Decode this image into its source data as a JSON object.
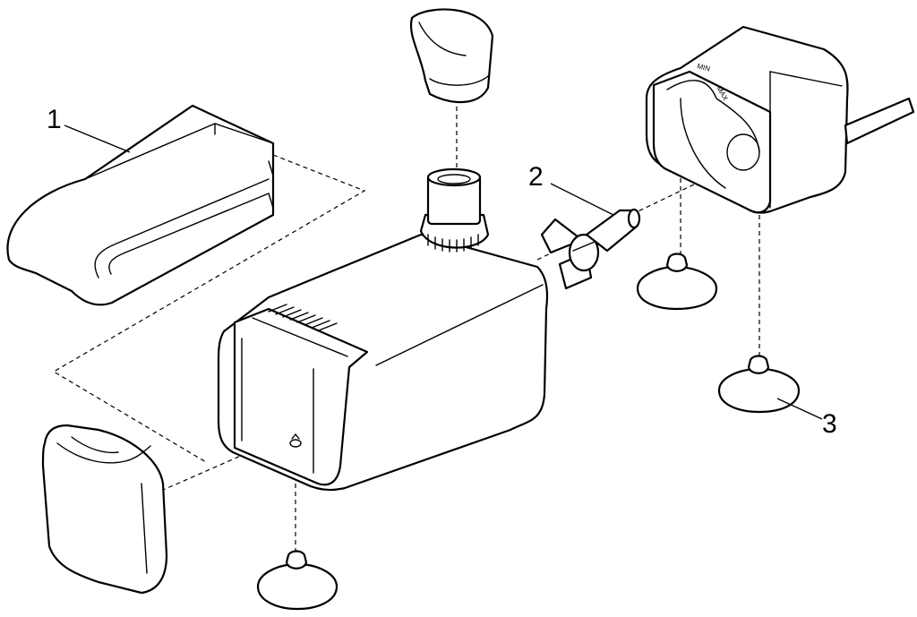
{
  "callouts": [
    {
      "id": "1",
      "label": "1"
    },
    {
      "id": "2",
      "label": "2"
    },
    {
      "id": "3",
      "label": "3"
    }
  ],
  "dial": {
    "min_label": "MIN",
    "max_label": "MAX"
  }
}
